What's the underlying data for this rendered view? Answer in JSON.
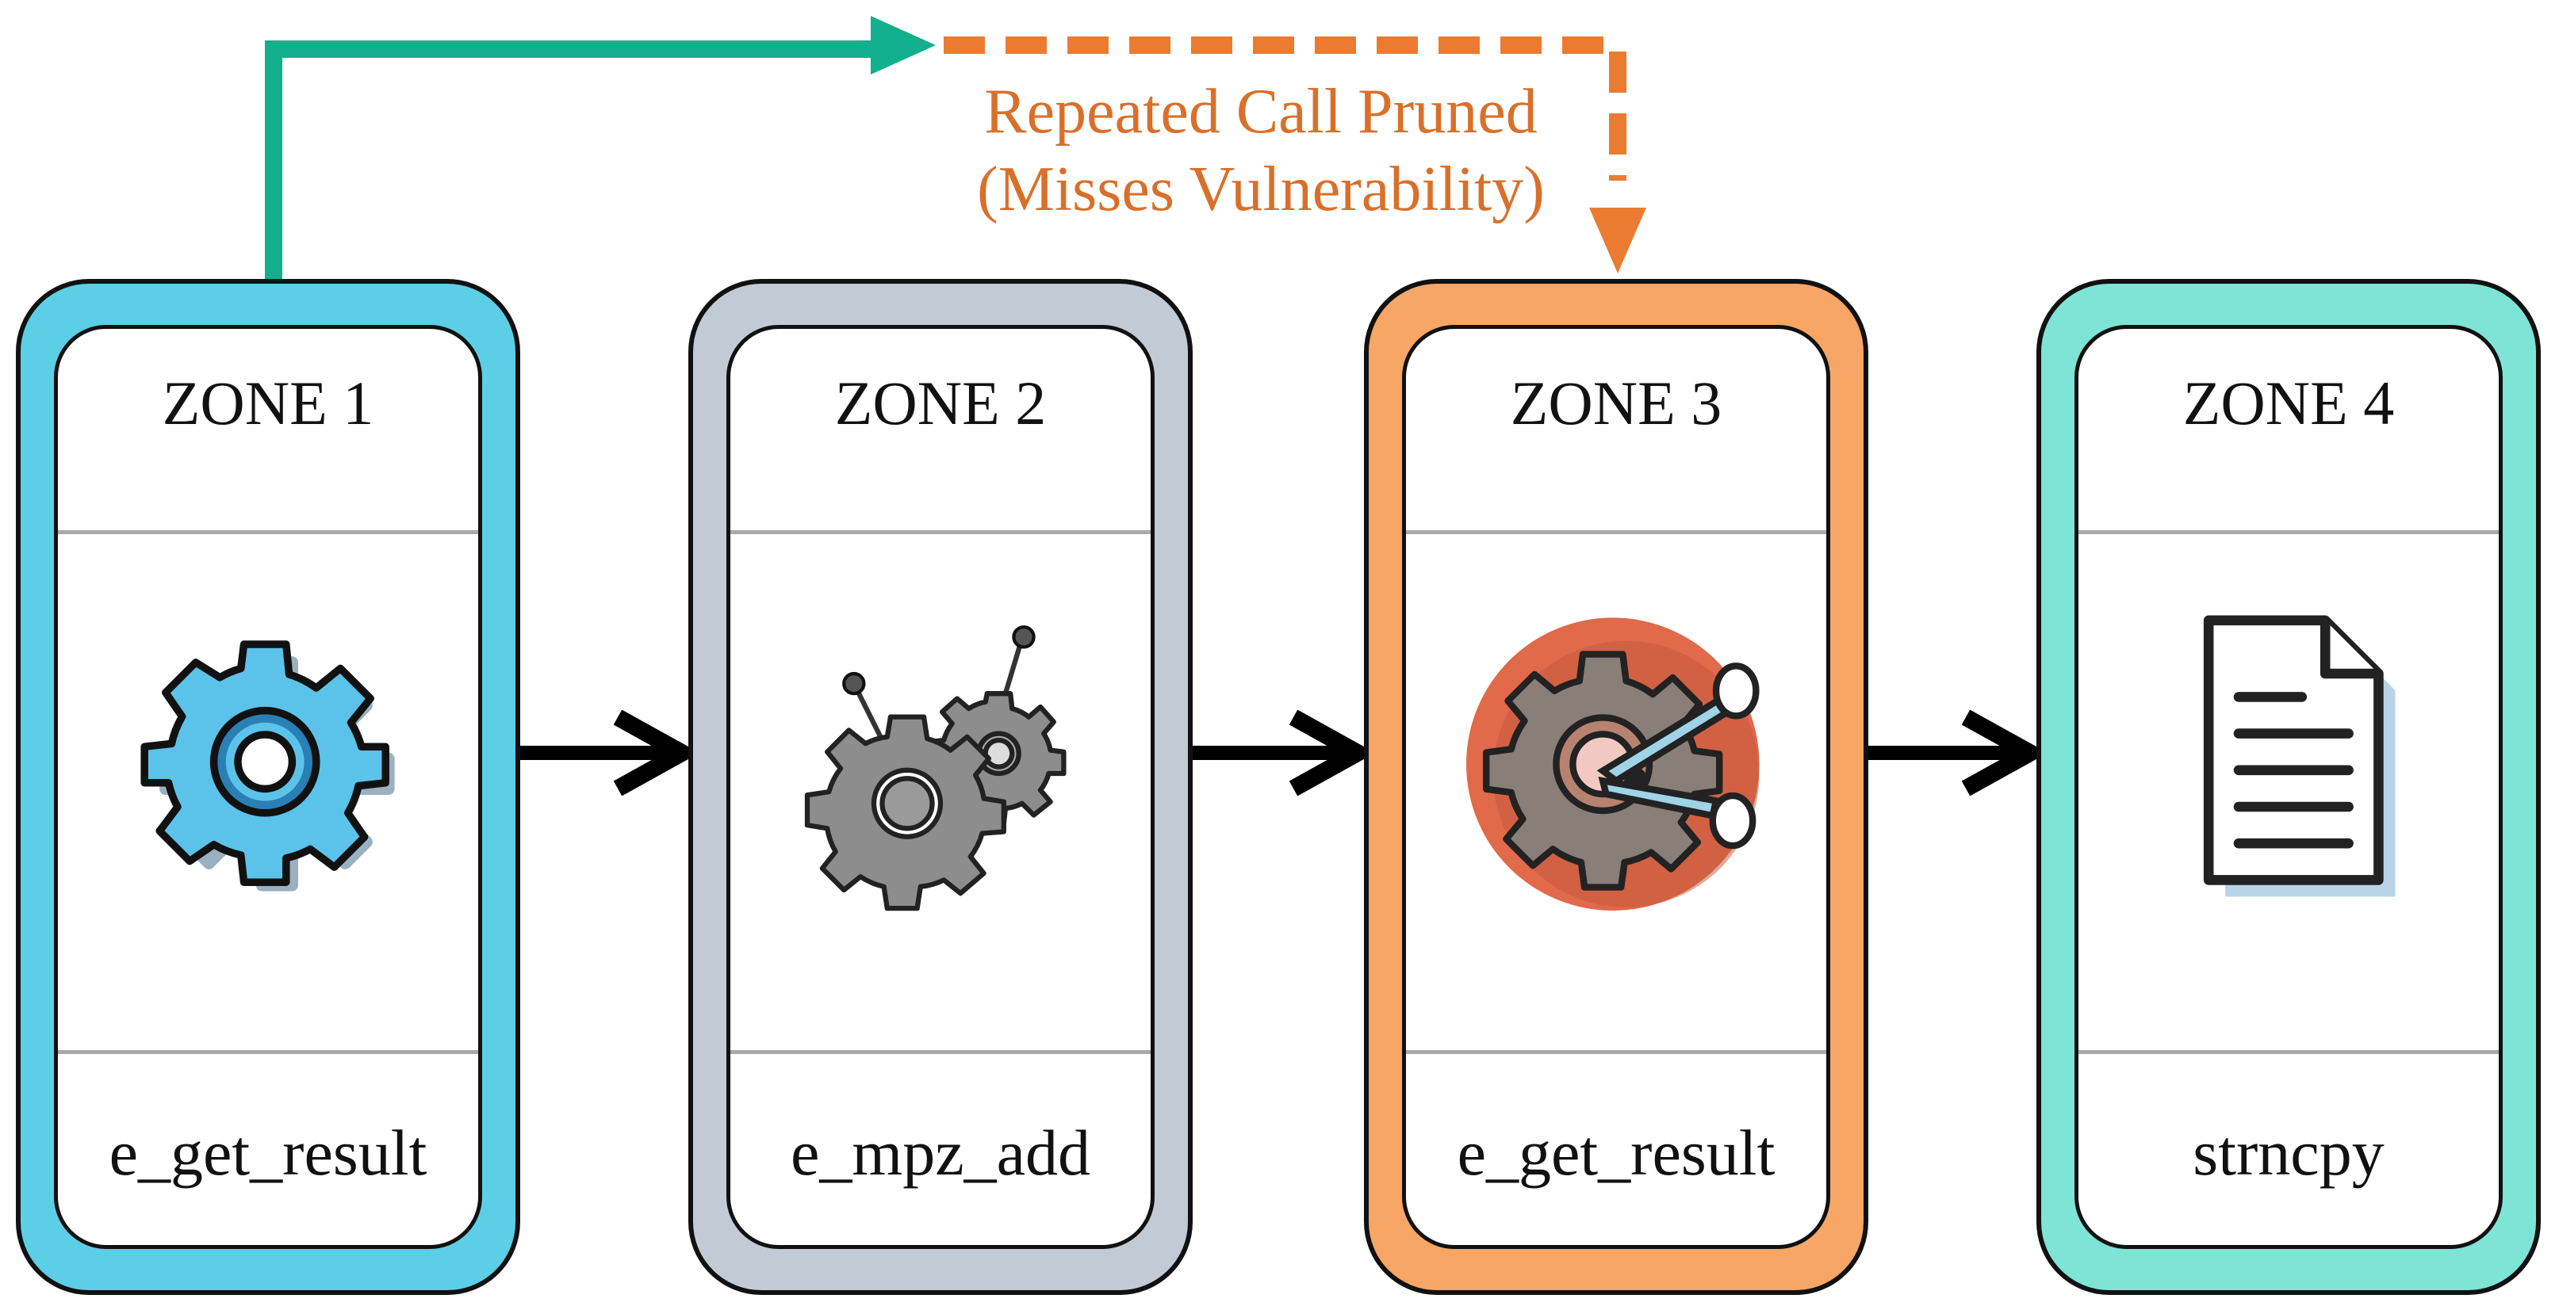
{
  "zones": [
    {
      "title": "ZONE 1",
      "function": "e_get_result",
      "color": "#5ccfe6",
      "icon": "gear-icon"
    },
    {
      "title": "ZONE 2",
      "function": "e_mpz_add",
      "color": "#c2cbd5",
      "icon": "gears-icon"
    },
    {
      "title": "ZONE 3",
      "function": "e_get_result",
      "color": "#f7a665",
      "icon": "gear-scissors-icon"
    },
    {
      "title": "ZONE 4",
      "function": "strncpy",
      "color": "#7ee4d6",
      "icon": "document-icon"
    }
  ],
  "pruned_call": {
    "line1": "Repeated Call Pruned",
    "line2": "(Misses Vulnerability)",
    "color": "#d9702a",
    "path_color": "#12b08c"
  }
}
